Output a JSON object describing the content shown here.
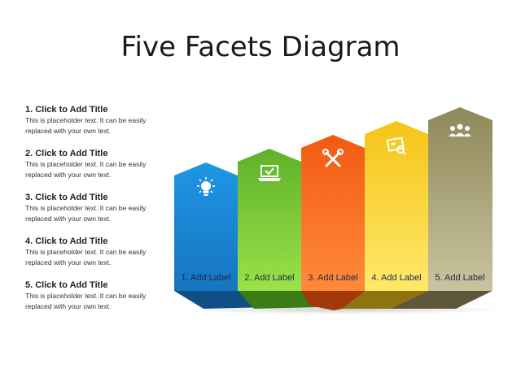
{
  "title": "Five Facets Diagram",
  "items": [
    {
      "title": "1. Click to Add Title",
      "text": "This is placeholder text. It can be easily replaced with your own text."
    },
    {
      "title": "2. Click to Add Title",
      "text": "This is placeholder text. It can be easily replaced with your own text."
    },
    {
      "title": "3. Click to Add Title",
      "text": "This is placeholder text. It can be easily replaced with your own text."
    },
    {
      "title": "4. Click to Add Title",
      "text": "This is placeholder text. It can be easily replaced with your own text."
    },
    {
      "title": "5. Click to Add Title",
      "text": "This is placeholder text. It can be easily replaced with your own text."
    }
  ],
  "facets": [
    {
      "label": "1. Add Label",
      "icon": "lightbulb-icon",
      "color_top": "#1e96e4",
      "color_bottom": "#1675c0",
      "shadow": "#0f4f86"
    },
    {
      "label": "2. Add Label",
      "icon": "laptop-icon",
      "color_top": "#8bd43a",
      "color_bottom": "#5fb12a",
      "shadow": "#3a7d17"
    },
    {
      "label": "3. Add Label",
      "icon": "tools-icon",
      "color_top": "#ff7a2a",
      "color_bottom": "#f25a12",
      "shadow": "#a3380a"
    },
    {
      "label": "4. Add Label",
      "icon": "presentation-icon",
      "color_top": "#ffe04a",
      "color_bottom": "#f5c418",
      "shadow": "#8e7410"
    },
    {
      "label": "5. Add Label",
      "icon": "team-icon",
      "color_top": "#9a9367",
      "color_bottom": "#c8c29c",
      "shadow": "#5e583a"
    }
  ]
}
